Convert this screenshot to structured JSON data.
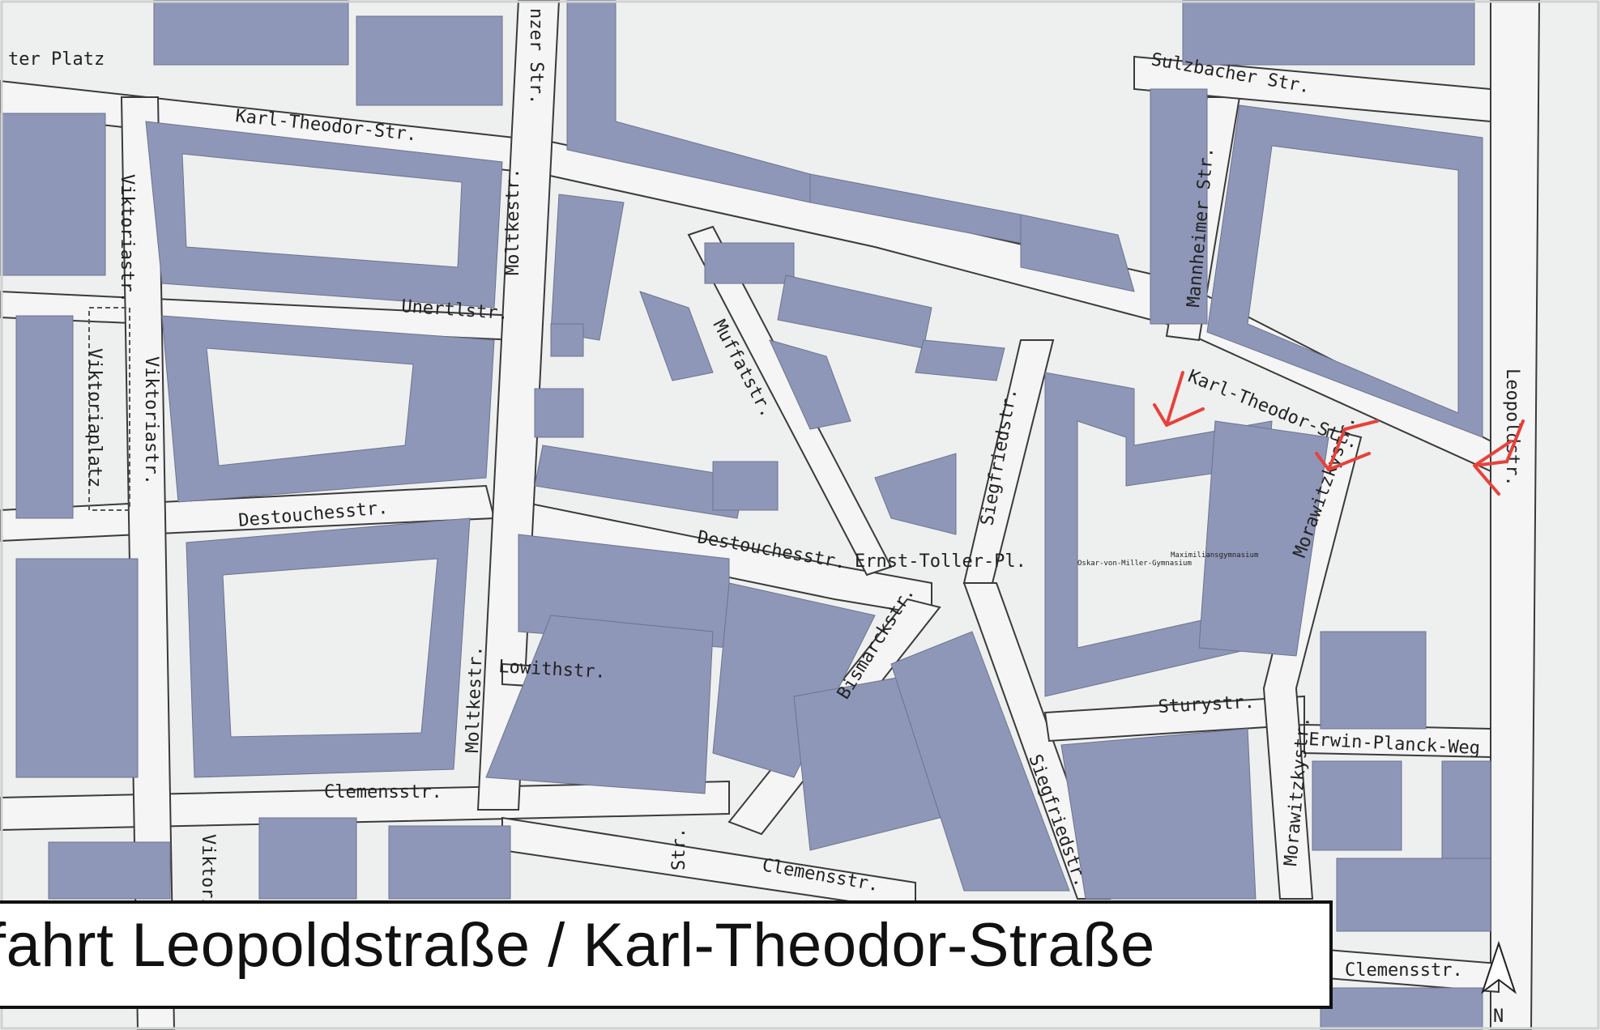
{
  "title": "fahrt Leopoldstraße / Karl-Theodor-Straße",
  "colors": {
    "background": "#eef0ef",
    "building": "#8f97b8",
    "road_edge": "#3a3a3a",
    "marker": "#e8413a"
  },
  "street_labels": [
    "ter Platz",
    "Karl-Theodor-Str.",
    "nzer Str.",
    "Sulzbacher Str.",
    "Viktoriastr.",
    "Moltkestr.",
    "Unertlstr.",
    "Mannheimer Str.",
    "Viktoriaplatz",
    "Viktoriastr.",
    "Muffatstr.",
    "Karl-Theodor-Str.",
    "Leopoldstr.",
    "Destouchesstr.",
    "Siegfriedstr.",
    "Morawitzkystr.",
    "Destouchesstr.",
    "Ernst-Toller-Pl.",
    "Bismarckstr.",
    "Lowithstr.",
    "Moltkestr.",
    "Sturystr.",
    "Erwin-Planck-Weg",
    "Clemensstr.",
    "Siegfriedstr.",
    "Viktoriastr.",
    "Clemensstr.",
    "Str.",
    "Morawitzkystr.",
    "Clemensstr."
  ],
  "map_labels": [
    "Oskar-von-Miller-Gymnasium",
    "Maximiliansgymnasium",
    "N"
  ],
  "icons": {
    "entrance_markers": "arrow-marker-icon",
    "north": "north-arrow-icon"
  }
}
